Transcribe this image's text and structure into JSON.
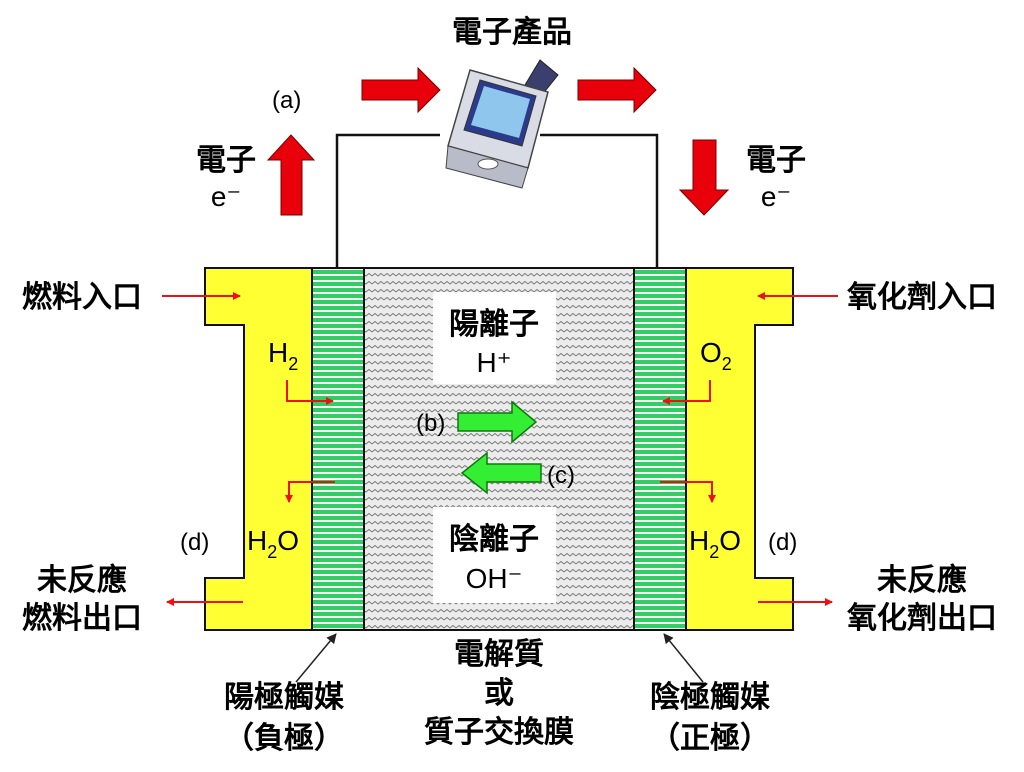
{
  "title": "電子產品",
  "flow": {
    "electron_left": {
      "label": "電子",
      "symbol": "e⁻",
      "marker": "(a)"
    },
    "electron_right": {
      "label": "電子",
      "symbol": "e⁻"
    },
    "ion_right_marker": "(b)",
    "ion_left_marker": "(c)"
  },
  "inputs": {
    "fuel_in": "燃料入口",
    "oxidant_in": "氧化劑入口"
  },
  "outputs": {
    "marker": "(d)",
    "fuel_out_line1": "未反應",
    "fuel_out_line2": "燃料出口",
    "oxidant_out_line1": "未反應",
    "oxidant_out_line2": "氧化劑出口"
  },
  "species": {
    "h2": {
      "base": "H",
      "sub": "2"
    },
    "o2": {
      "base": "O",
      "sub": "2"
    },
    "h2o_left": {
      "base": "H",
      "sub": "2",
      "tail": "O"
    },
    "h2o_right": {
      "base": "H",
      "sub": "2",
      "tail": "O"
    }
  },
  "electrolyte": {
    "cation_label": "陽離子",
    "cation_symbol": "H⁺",
    "anion_label": "陰離子",
    "anion_symbol": "OH⁻"
  },
  "bottom_labels": {
    "anode_line1": "陽極觸媒",
    "anode_line2": "（負極）",
    "electrolyte_line1": "電解質",
    "electrolyte_line2": "或",
    "electrolyte_line3": "質子交換膜",
    "cathode_line1": "陰極觸媒",
    "cathode_line2": "（正極）"
  },
  "colors": {
    "plate_yellow": "#ffff33",
    "catalyst_green": "#33cc66",
    "electron_arrow_red": "#e8000b",
    "ion_arrow_green": "#33ee33",
    "flow_arrow_red": "#ee1111"
  }
}
